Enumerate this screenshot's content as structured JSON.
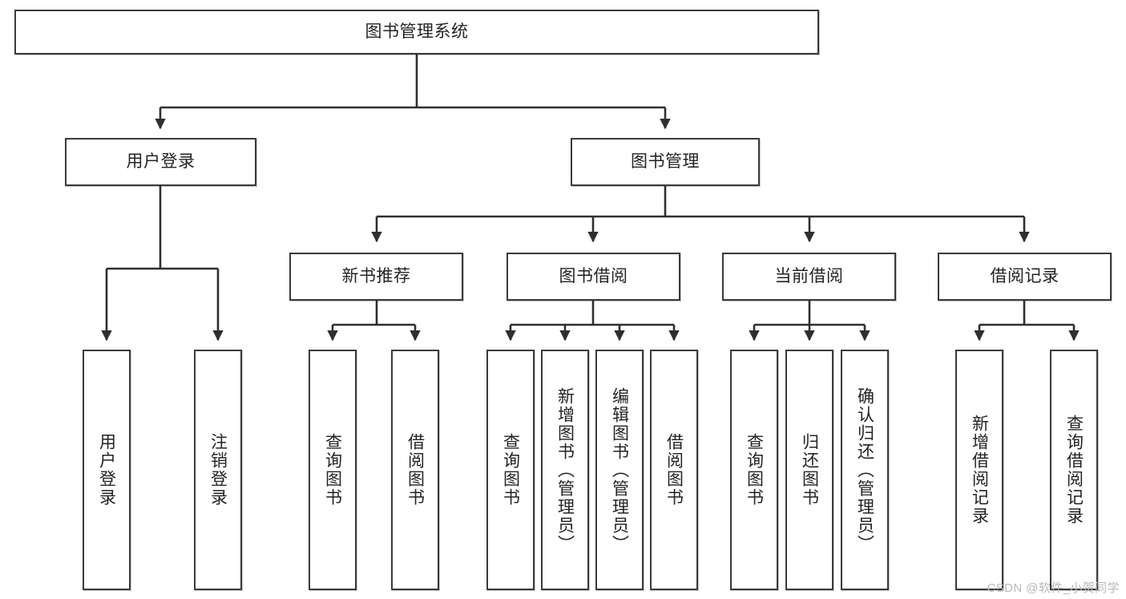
{
  "diagram": {
    "title": "图书管理系统",
    "type": "tree-hierarchy-diagram",
    "watermark": "CSDN @软件_小贺同学",
    "colors": {
      "stroke": "#3a3a3a",
      "fill": "#ffffff",
      "text": "#232323",
      "watermark": "#b9b9b9"
    },
    "nodes": {
      "root": {
        "label": "图书管理系统"
      },
      "level2": [
        {
          "id": "user-login",
          "label": "用户登录"
        },
        {
          "id": "book-manage",
          "label": "图书管理"
        }
      ],
      "level3": [
        {
          "id": "new-book-recommend",
          "label": "新书推荐"
        },
        {
          "id": "book-borrow",
          "label": "图书借阅"
        },
        {
          "id": "current-borrow",
          "label": "当前借阅"
        },
        {
          "id": "borrow-record",
          "label": "借阅记录"
        }
      ],
      "leaves": {
        "user-login": [
          {
            "id": "leaf-user-login",
            "label": "用户登录"
          },
          {
            "id": "leaf-user-logout",
            "label": "注销登录"
          }
        ],
        "new-book-recommend": [
          {
            "id": "leaf-query-book-1",
            "label": "查询图书"
          },
          {
            "id": "leaf-borrow-book-1",
            "label": "借阅图书"
          }
        ],
        "book-borrow": [
          {
            "id": "leaf-query-book-2",
            "label": "查询图书"
          },
          {
            "id": "leaf-add-book",
            "label": "新增图书（管理员）"
          },
          {
            "id": "leaf-edit-book",
            "label": "编辑图书（管理员）"
          },
          {
            "id": "leaf-borrow-book-2",
            "label": "借阅图书"
          }
        ],
        "current-borrow": [
          {
            "id": "leaf-query-book-3",
            "label": "查询图书"
          },
          {
            "id": "leaf-return-book",
            "label": "归还图书"
          },
          {
            "id": "leaf-confirm-return",
            "label": "确认归还（管理员）"
          }
        ],
        "borrow-record": [
          {
            "id": "leaf-add-record",
            "label": "新增借阅记录"
          },
          {
            "id": "leaf-query-record",
            "label": "查询借阅记录"
          }
        ]
      }
    }
  }
}
